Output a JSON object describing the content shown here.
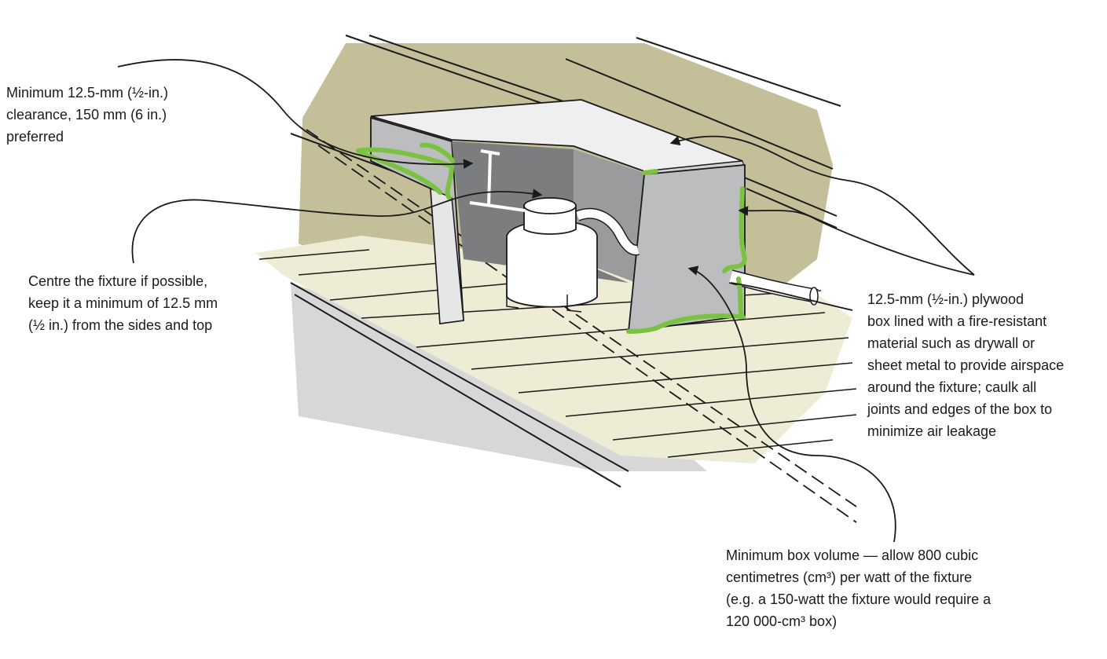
{
  "labels": {
    "clearance": [
      "Minimum 12.5-mm (½-in.)",
      "clearance, 150 mm (6 in.)",
      "preferred"
    ],
    "centre": [
      "Centre the fixture if possible,",
      "keep it a minimum of 12.5 mm",
      "(½ in.) from the sides and top"
    ],
    "plywood": [
      "12.5-mm (½-in.) plywood",
      "box lined with a fire-resistant",
      "material such as drywall or",
      "sheet metal to provide airspace",
      "around the fixture; caulk all",
      "joints and edges of the box to",
      "minimize air leakage"
    ],
    "volume": [
      "Minimum box volume — allow 800 cubic",
      "centimetres (cm³) per watt of the fixture",
      "(e.g. a 150-watt the fixture would require a",
      "120 000-cm³ box)"
    ]
  },
  "colors": {
    "attic_wall": "#c4bf99",
    "ceiling_floor": "#eeecd4",
    "drywall_edge": "#d7d7d7",
    "box_top": "#efefef",
    "box_side": "#bcbdbf",
    "box_interior": "#7c7d7f",
    "fixture": "#ffffff",
    "caulk": "#7cc242",
    "line": "#1a1a1a"
  }
}
